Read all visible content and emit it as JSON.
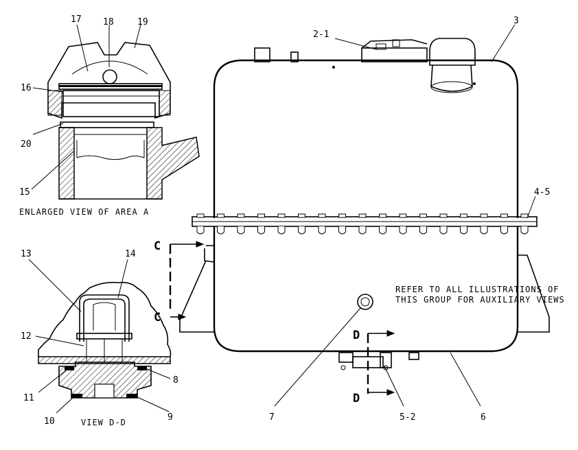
{
  "callouts": [
    {
      "id": "c17",
      "text": "17"
    },
    {
      "id": "c18",
      "text": "18"
    },
    {
      "id": "c19",
      "text": "19"
    },
    {
      "id": "c16",
      "text": "16"
    },
    {
      "id": "c20",
      "text": "20"
    },
    {
      "id": "c15",
      "text": "15"
    },
    {
      "id": "c2-1",
      "text": "2-1"
    },
    {
      "id": "c3",
      "text": "3"
    },
    {
      "id": "c4-5",
      "text": "4-5"
    },
    {
      "id": "c13",
      "text": "13"
    },
    {
      "id": "c14",
      "text": "14"
    },
    {
      "id": "c12",
      "text": "12"
    },
    {
      "id": "c11",
      "text": "11"
    },
    {
      "id": "c8",
      "text": "8"
    },
    {
      "id": "c10",
      "text": "10"
    },
    {
      "id": "c9",
      "text": "9"
    },
    {
      "id": "c7",
      "text": "7"
    },
    {
      "id": "c5-2",
      "text": "5-2"
    },
    {
      "id": "c6",
      "text": "6"
    }
  ],
  "captions": {
    "area_a": "ENLARGED VIEW OF AREA A",
    "view_dd": "VIEW D-D"
  },
  "note": {
    "line1": "REFER TO ALL ILLUSTRATIONS OF",
    "line2": "THIS GROUP FOR AUXILIARY VIEWS"
  },
  "section_marks": {
    "c_top": "C",
    "c_bottom": "C",
    "d_top": "D",
    "d_bottom": "D"
  }
}
